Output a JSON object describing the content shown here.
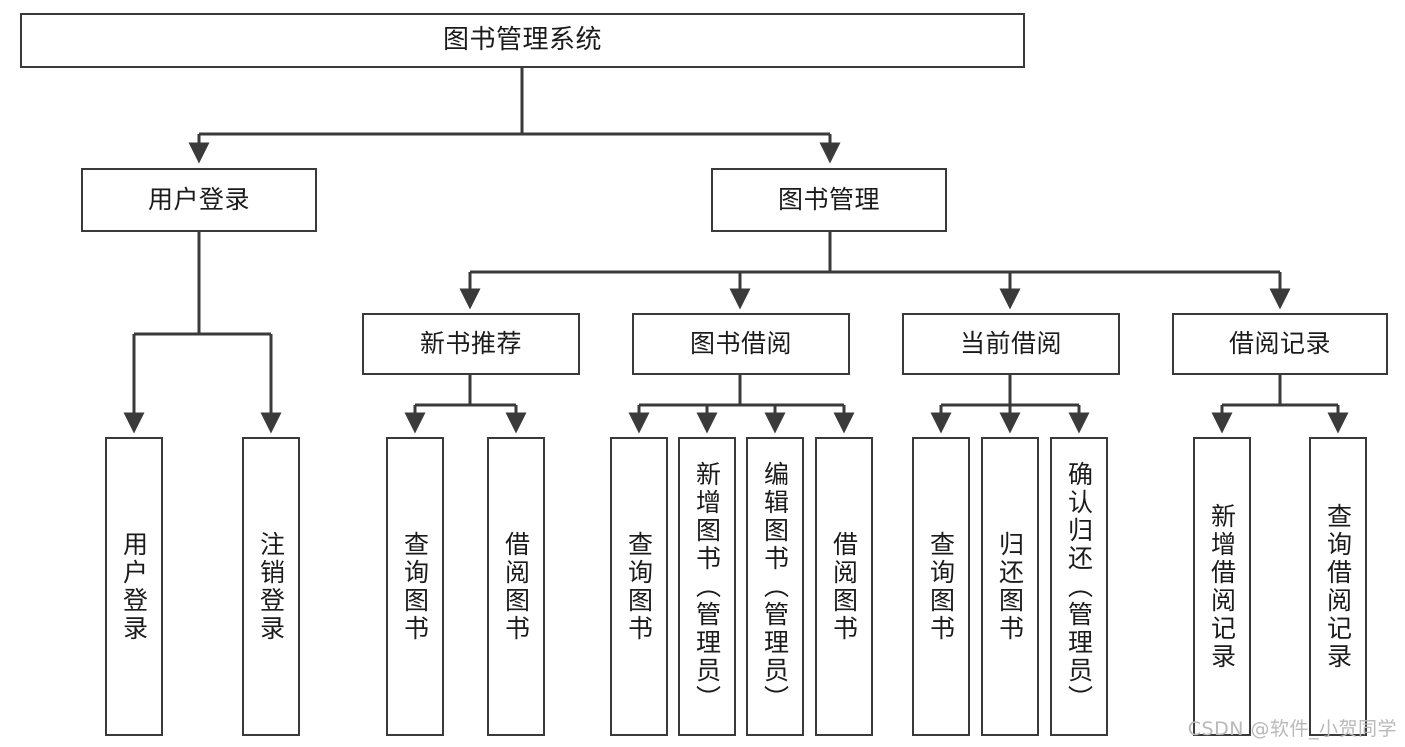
{
  "diagram": {
    "title_node": {
      "id": "root",
      "label": "图书管理系统"
    },
    "level2": [
      {
        "id": "login",
        "label": "用户登录"
      },
      {
        "id": "bookmgmt",
        "label": "图书管理"
      }
    ],
    "level3": [
      {
        "id": "newbook",
        "label": "新书推荐"
      },
      {
        "id": "borrow",
        "label": "图书借阅"
      },
      {
        "id": "current",
        "label": "当前借阅"
      },
      {
        "id": "records",
        "label": "借阅记录"
      }
    ],
    "leaves": {
      "login": [
        {
          "id": "leaf-user-login",
          "label": "用户登录"
        },
        {
          "id": "leaf-user-logout",
          "label": "注销登录"
        }
      ],
      "newbook": [
        {
          "id": "leaf-query-book-1",
          "label": "查询图书"
        },
        {
          "id": "leaf-borrow-book-1",
          "label": "借阅图书"
        }
      ],
      "borrow": [
        {
          "id": "leaf-query-book-2",
          "label": "查询图书"
        },
        {
          "id": "leaf-add-book",
          "label": "新增图书（管理员）"
        },
        {
          "id": "leaf-edit-book",
          "label": "编辑图书（管理员）"
        },
        {
          "id": "leaf-borrow-book-2",
          "label": "借阅图书"
        }
      ],
      "current": [
        {
          "id": "leaf-query-book-3",
          "label": "查询图书"
        },
        {
          "id": "leaf-return-book",
          "label": "归还图书"
        },
        {
          "id": "leaf-confirm-return",
          "label": "确认归还（管理员）"
        }
      ],
      "records": [
        {
          "id": "leaf-add-record",
          "label": "新增借阅记录"
        },
        {
          "id": "leaf-query-record",
          "label": "查询借阅记录"
        }
      ]
    }
  },
  "watermark": {
    "text": "CSDN @软件_小贺同学"
  },
  "colors": {
    "box_border": "#3a3a3a",
    "edge_line": "#3a3a3a",
    "background": "#ffffff",
    "text": "#1b1b1b",
    "watermark": "#b9b9b9"
  }
}
